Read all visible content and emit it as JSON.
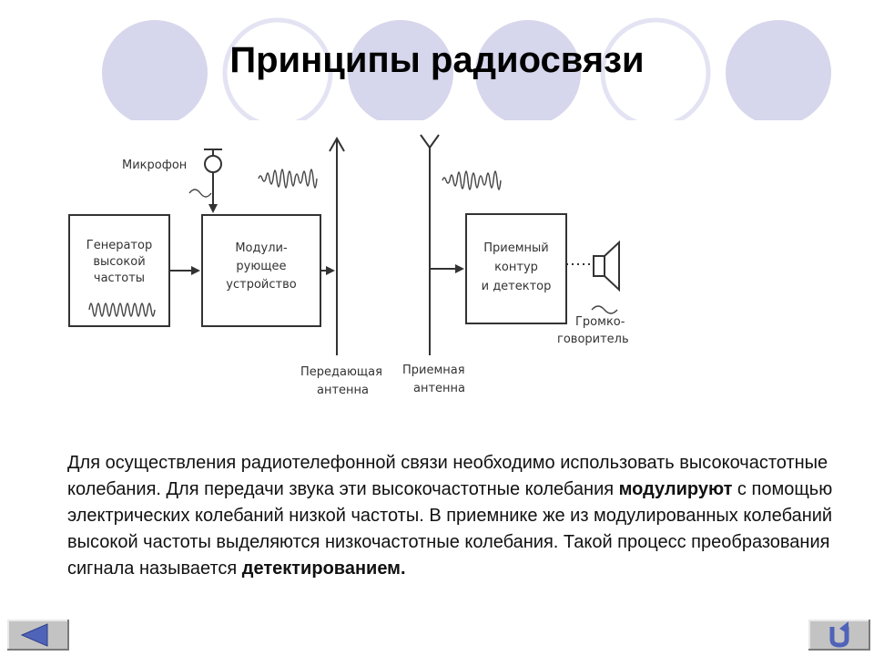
{
  "title": "Принципы радиосвязи",
  "diagram": {
    "microphone": "Микрофон",
    "generator": [
      "Генератор",
      "высокой",
      "частоты"
    ],
    "modulator": [
      "Модули-",
      "рующее",
      "устройство"
    ],
    "receiver": [
      "Приемный",
      "контур",
      "и детектор"
    ],
    "speaker": [
      "Громко-",
      "говоритель"
    ],
    "tx_antenna": [
      "Передающая",
      "антенна"
    ],
    "rx_antenna": [
      "Приемная",
      "антенна"
    ]
  },
  "text": {
    "p1": "Для осуществления радиотелефонной связи необходимо использовать высокочастотные колебания. Для передачи звука эти высокочастотные колебания ",
    "b1": "модулируют",
    "p2": " с помощью электрических колебаний низкой частоты. В приемнике же из модулированных колебаний высокой частоты выделяются низкочастотные колебания. Такой процесс преобразования сигнала называется ",
    "b2": "детектированием."
  },
  "nav": {
    "back_icon": "back-arrow-icon",
    "return_icon": "return-arrow-icon"
  },
  "colors": {
    "circle_fill": "#d6d6ec",
    "circle_outline": "#e3e3f3",
    "nav_icon": "#4f63b8"
  }
}
